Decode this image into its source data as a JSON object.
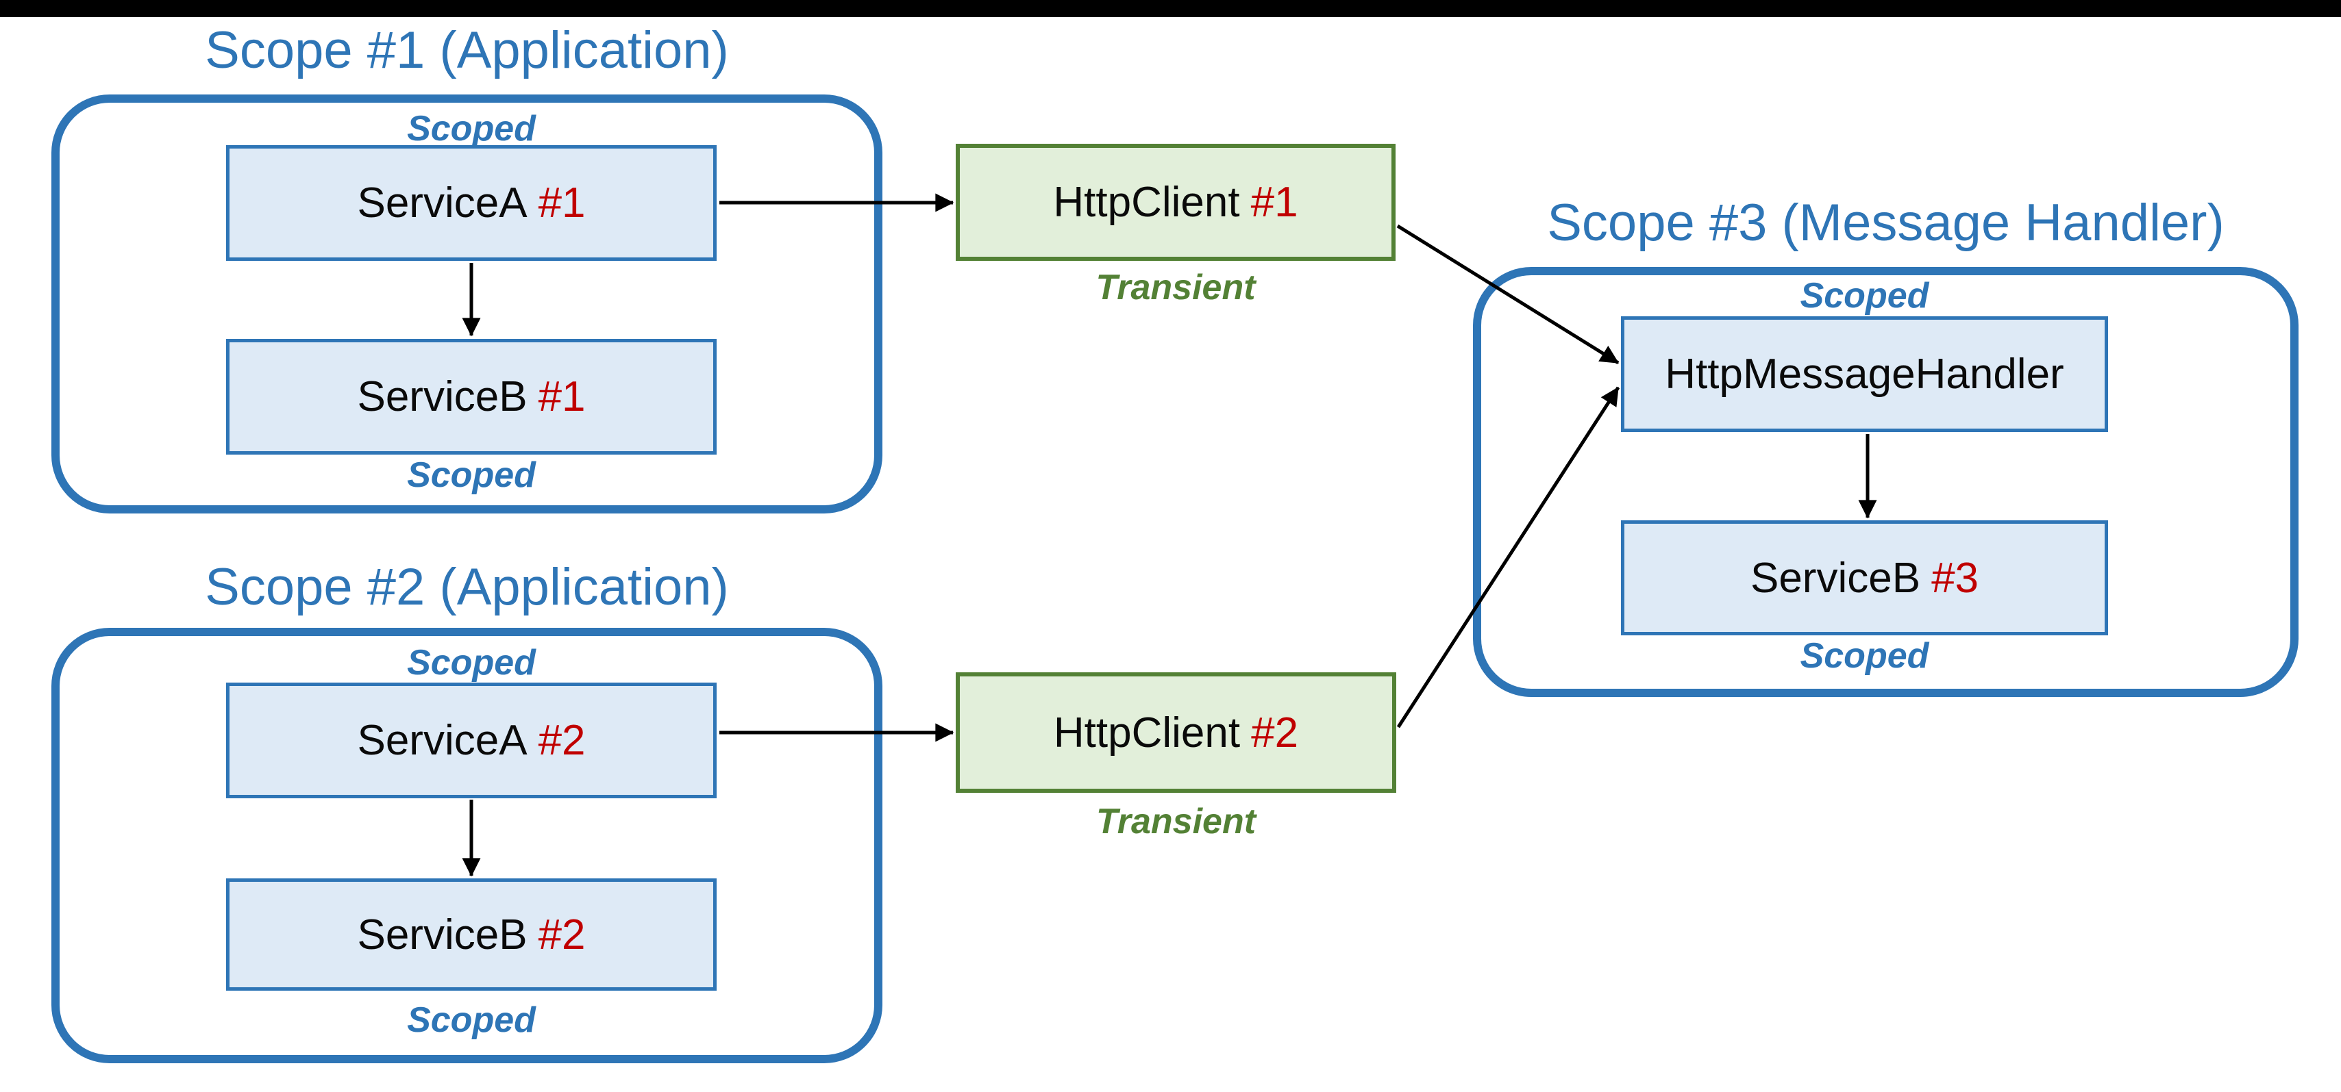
{
  "diagram": {
    "scopes": [
      {
        "title": "Scope #1 (Application)",
        "label_top": "Scoped",
        "label_bottom": "Scoped",
        "boxes": [
          {
            "name": "ServiceA",
            "instance": "#1"
          },
          {
            "name": "ServiceB",
            "instance": "#1"
          }
        ]
      },
      {
        "title": "Scope #2 (Application)",
        "label_top": "Scoped",
        "label_bottom": "Scoped",
        "boxes": [
          {
            "name": "ServiceA",
            "instance": "#2"
          },
          {
            "name": "ServiceB",
            "instance": "#2"
          }
        ]
      },
      {
        "title": "Scope #3 (Message Handler)",
        "label_top": "Scoped",
        "label_bottom": "Scoped",
        "boxes": [
          {
            "name": "HttpMessageHandler"
          },
          {
            "name": "ServiceB",
            "instance": "#3"
          }
        ]
      }
    ],
    "clients": [
      {
        "name": "HttpClient",
        "instance": "#1",
        "caption": "Transient"
      },
      {
        "name": "HttpClient",
        "instance": "#2",
        "caption": "Transient"
      }
    ],
    "colors": {
      "scope_blue": "#2E75B6",
      "box_fill_blue": "#DEEAF6",
      "green": "#538135",
      "box_fill_green": "#E2EFDA",
      "instance_red": "#C00000",
      "arrow_black": "#000000"
    }
  }
}
